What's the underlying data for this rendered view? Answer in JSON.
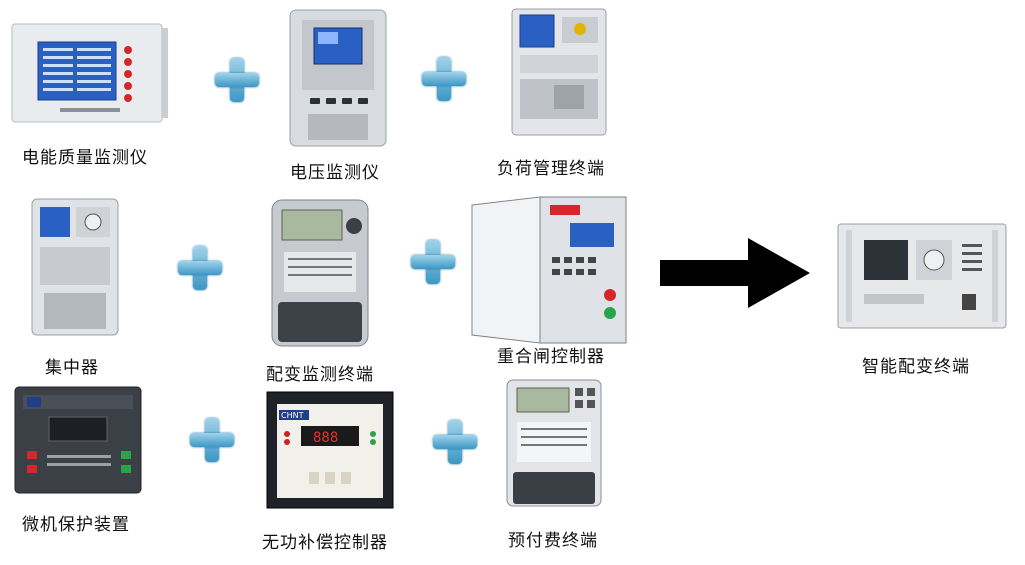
{
  "devices": {
    "power_quality_monitor": "电能质量监测仪",
    "voltage_monitor": "电压监测仪",
    "load_management_terminal": "负荷管理终端",
    "concentrator": "集中器",
    "distribution_monitor_terminal": "配变监测终端",
    "recloser_controller": "重合闸控制器",
    "microcomputer_protection": "微机保护装置",
    "reactive_compensation_controller": "无功补偿控制器",
    "prepaid_terminal": "预付费终端",
    "smart_distribution_terminal": "智能配变终端"
  },
  "device_panel_text": {
    "compensation_brand": "CHNT",
    "compensation_display": "888"
  },
  "colors": {
    "plus": "#5aaed6",
    "arrow": "#000000",
    "lcd_blue": "#2a5fc4"
  }
}
